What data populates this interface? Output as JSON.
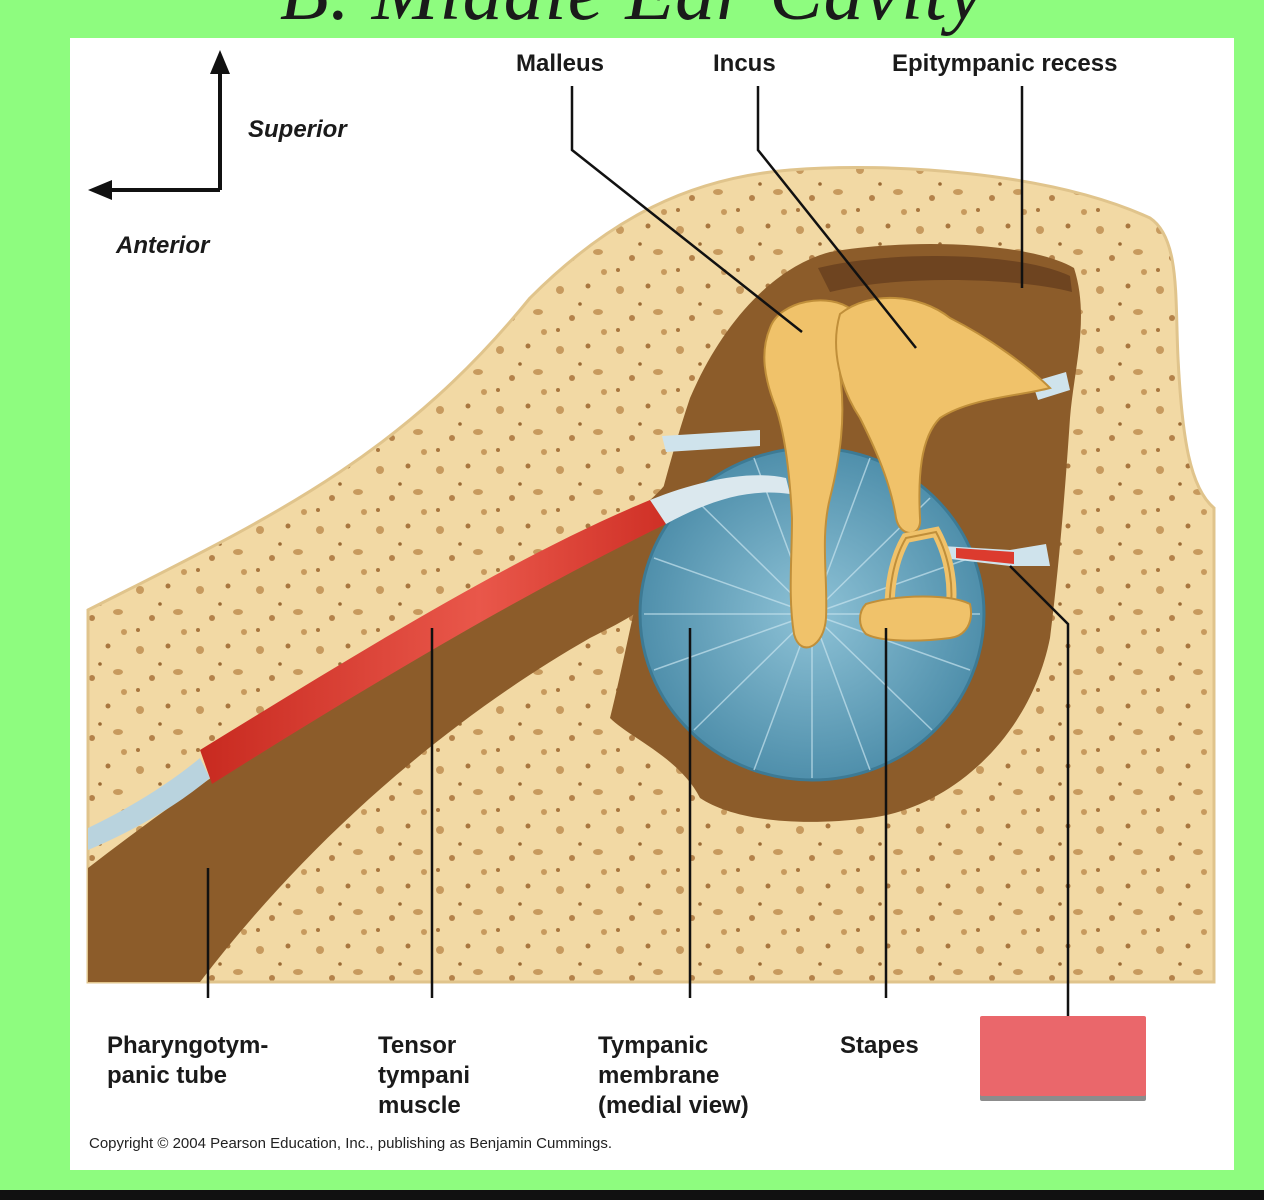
{
  "slide": {
    "title": "B. Middle Ear Cavity"
  },
  "orientation": {
    "superior": "Superior",
    "anterior": "Anterior"
  },
  "labels": {
    "malleus": "Malleus",
    "incus": "Incus",
    "epitympanic": "Epitympanic recess",
    "pharyngo_line1": "Pharyngotym-",
    "pharyngo_line2": "panic tube",
    "tensor_line1": "Tensor",
    "tensor_line2": "tympani",
    "tensor_line3": "muscle",
    "tympanic_line1": "Tympanic",
    "tympanic_line2": "membrane",
    "tympanic_line3": "(medial view)",
    "stapes": "Stapes"
  },
  "copyright": "Copyright © 2004 Pearson Education, Inc., publishing as Benjamin Cummings.",
  "colors": {
    "background": "#8efc7f",
    "bone": "#f2d9a4",
    "cavity": "#8c5c2a",
    "membrane": "#6fa9c0",
    "ossicle": "#f0c26a",
    "muscle": "#dc3b2e",
    "redaction": "#ea676b"
  }
}
